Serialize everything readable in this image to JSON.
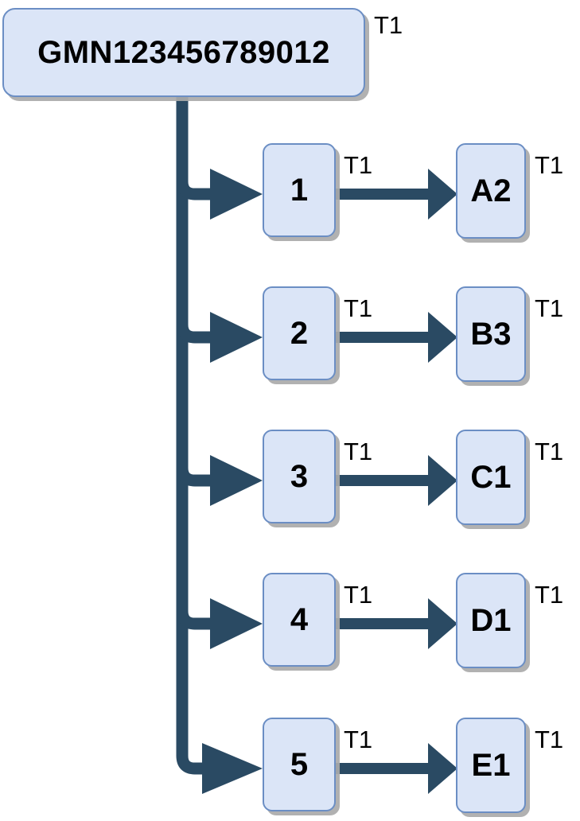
{
  "diagram": {
    "type": "tree",
    "background_color": "#ffffff",
    "node_fill_color": "#dbe5f7",
    "node_border_color": "#6b8ec4",
    "edge_color": "#2a4a63",
    "shadow_color": "#aaaaaa",
    "text_color": "#000000",
    "root": {
      "id": "root",
      "label": "GMN123456789012",
      "edge_label": "T1"
    },
    "branches": [
      {
        "mid": {
          "id": "mid-1",
          "label": "1",
          "edge_label": "T1"
        },
        "leaf": {
          "id": "leaf-1",
          "label": "A2",
          "edge_label": "T1"
        }
      },
      {
        "mid": {
          "id": "mid-2",
          "label": "2",
          "edge_label": "T1"
        },
        "leaf": {
          "id": "leaf-2",
          "label": "B3",
          "edge_label": "T1"
        }
      },
      {
        "mid": {
          "id": "mid-3",
          "label": "3",
          "edge_label": "T1"
        },
        "leaf": {
          "id": "leaf-3",
          "label": "C1",
          "edge_label": "T1"
        }
      },
      {
        "mid": {
          "id": "mid-4",
          "label": "4",
          "edge_label": "T1"
        },
        "leaf": {
          "id": "leaf-4",
          "label": "D1",
          "edge_label": "T1"
        }
      },
      {
        "mid": {
          "id": "mid-5",
          "label": "5",
          "edge_label": "T1"
        },
        "leaf": {
          "id": "leaf-5",
          "label": "E1",
          "edge_label": "T1"
        }
      }
    ]
  }
}
